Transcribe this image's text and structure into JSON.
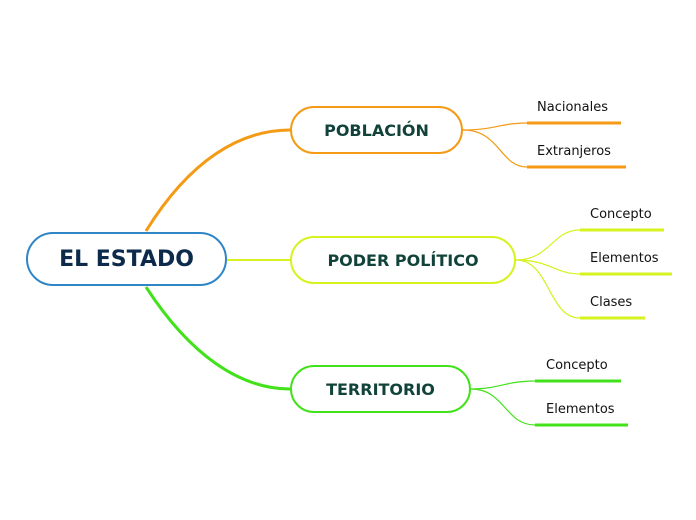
{
  "root": {
    "label": "EL ESTADO",
    "color": "#2e86c7"
  },
  "branches": [
    {
      "label": "POBLACIÓN",
      "color": "#f49a14",
      "children": [
        "Nacionales",
        "Extranjeros"
      ]
    },
    {
      "label": "PODER POLÍTICO",
      "color": "#d6f21f",
      "children": [
        "Concepto",
        "Elementos",
        "Clases"
      ]
    },
    {
      "label": "TERRITORIO",
      "color": "#42e21b",
      "children": [
        "Concepto",
        "Elementos"
      ]
    }
  ]
}
